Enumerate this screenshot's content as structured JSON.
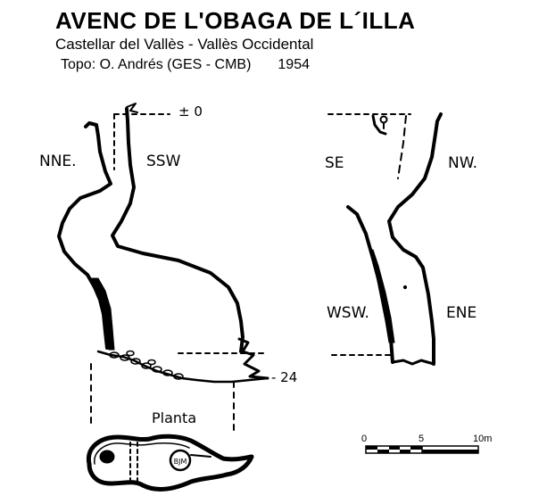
{
  "header": {
    "title": "AVENC DE L'OBAGA DE L´ILLA",
    "location": "Castellar del Vallès - Vallès Occidental",
    "survey": "Topo: O. Andrés (GES - CMB)",
    "year": "1954"
  },
  "section_left": {
    "orientation_left": "NNE.",
    "orientation_right": "SSW",
    "depth_top": "± 0",
    "depth_bottom": "- 24"
  },
  "section_right": {
    "orientation_top_left": "SE",
    "orientation_top_right": "NW.",
    "orientation_bottom_left": "WSW.",
    "orientation_bottom_right": "ENE"
  },
  "plan": {
    "label": "Planta",
    "shaft_mark": "BJM"
  },
  "scale": {
    "labels": [
      "0",
      "5",
      "10m"
    ]
  }
}
